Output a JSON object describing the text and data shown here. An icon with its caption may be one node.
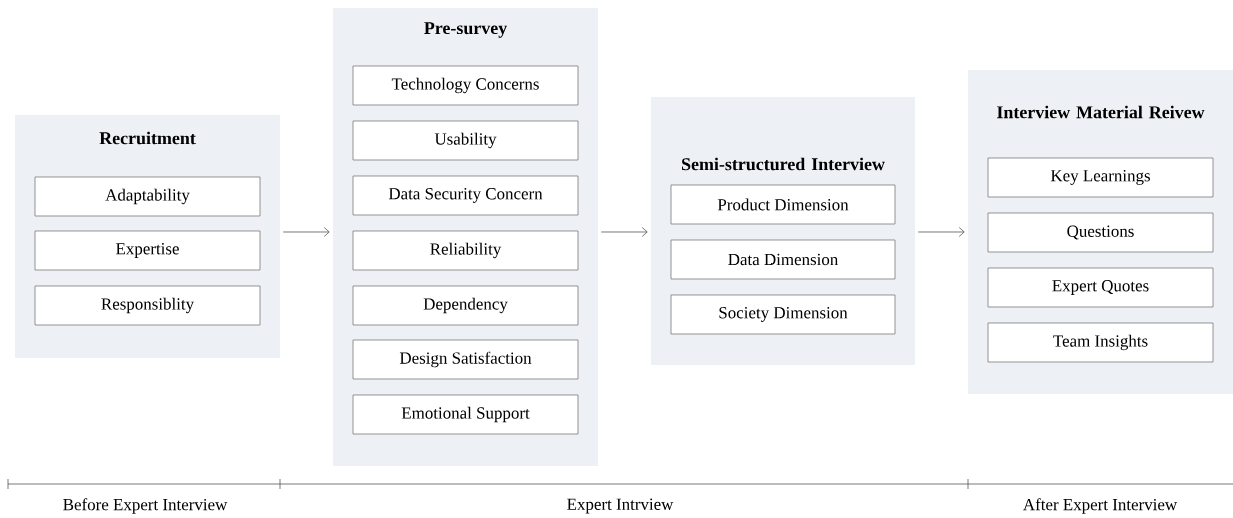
{
  "diagram": {
    "nodes": [
      {
        "text": [
          "Recruitment"
        ]
      },
      {
        "text": [
          "Adaptability"
        ],
        "in": 0
      },
      {
        "text": [
          "Expertise"
        ],
        "in": 0
      },
      {
        "text": [
          "Responsiblity"
        ],
        "in": 0
      },
      {
        "text": [
          "Pre-survey"
        ]
      },
      {
        "text": [
          "Technology Concerns"
        ],
        "in": 4
      },
      {
        "text": [
          "Usability"
        ],
        "in": 4
      },
      {
        "text": [
          "Data Security Concern"
        ],
        "in": 4
      },
      {
        "text": [
          "Reliability"
        ],
        "in": 4
      },
      {
        "text": [
          "Dependency"
        ],
        "in": 4
      },
      {
        "text": [
          "Design Satisfaction"
        ],
        "in": 4
      },
      {
        "text": [
          "Emotional Support"
        ],
        "in": 4
      },
      {
        "text": [
          "Semi-structured Interview"
        ]
      },
      {
        "text": [
          "Product Dimension"
        ],
        "in": 12
      },
      {
        "text": [
          "Data Dimension"
        ],
        "in": 12
      },
      {
        "text": [
          "Society Dimension"
        ],
        "in": 12
      },
      {
        "text": [
          "Interview Material Reivew"
        ]
      },
      {
        "text": [
          "Key Learnings"
        ],
        "in": 16
      },
      {
        "text": [
          "Questions"
        ],
        "in": 16
      },
      {
        "text": [
          "Expert Quotes"
        ],
        "in": 16
      },
      {
        "text": [
          "Team Insights"
        ],
        "in": 16
      }
    ],
    "edges": [
      {
        "from": 0,
        "to": 4,
        "arrow": "to"
      },
      {
        "from": 4,
        "to": 12,
        "arrow": "to"
      },
      {
        "from": 12,
        "to": 16,
        "arrow": "to"
      }
    ],
    "labels": [
      "Before Expert Interview",
      "Expert Intrview",
      "After Expert Interview"
    ]
  }
}
